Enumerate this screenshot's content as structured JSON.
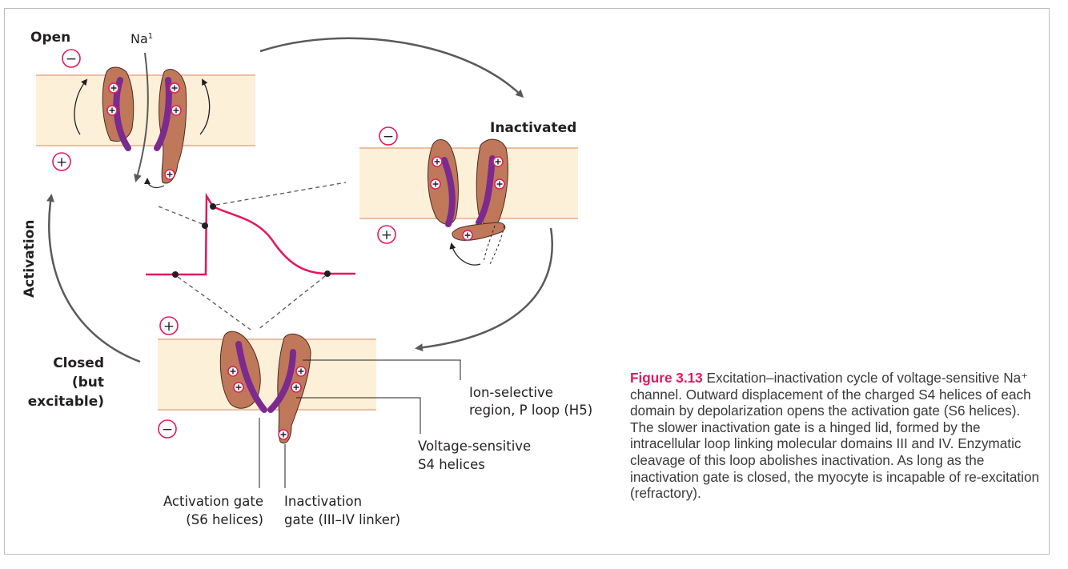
{
  "states": {
    "open": "Open",
    "inactivated": "Inactivated",
    "closed_line1": "Closed",
    "closed_line2": "(but",
    "closed_line3": "excitable)"
  },
  "ion": {
    "na": "Na",
    "na_sup": "1"
  },
  "side_label": "Activation",
  "charges": {
    "minus": "−",
    "plus": "+"
  },
  "annotations": {
    "ion_selective_1": "Ion-selective",
    "ion_selective_2": "region, P loop (H5)",
    "voltage_sensitive_1": "Voltage-sensitive",
    "voltage_sensitive_2": "S4 helices",
    "activation_gate_1": "Activation gate",
    "activation_gate_2": "(S6 helices)",
    "inactivation_gate_1": "Inactivation",
    "inactivation_gate_2": "gate (III–IV linker)"
  },
  "caption": {
    "figure_label": "Figure 3.13",
    "text": "Excitation–inactivation cycle of voltage-sensitive Na⁺ channel. Outward displacement of the charged S4 helices of each domain by depolarization opens the activation gate (S6 helices). The slower inactivation gate is a hinged lid, formed by the intracellular loop linking molecular domains III and IV. Enzymatic cleavage of this loop abolishes inactivation. As long as the inactivation gate is closed, the myocyte is incapable of re-excitation (refractory)."
  },
  "colors": {
    "membrane": "#fdf0d8",
    "membrane_edge": "#e8a98a",
    "channel": "#c0785a",
    "helix": "#7b2a8e",
    "accent": "#e2185b",
    "arrow": "#5a5a5a"
  }
}
